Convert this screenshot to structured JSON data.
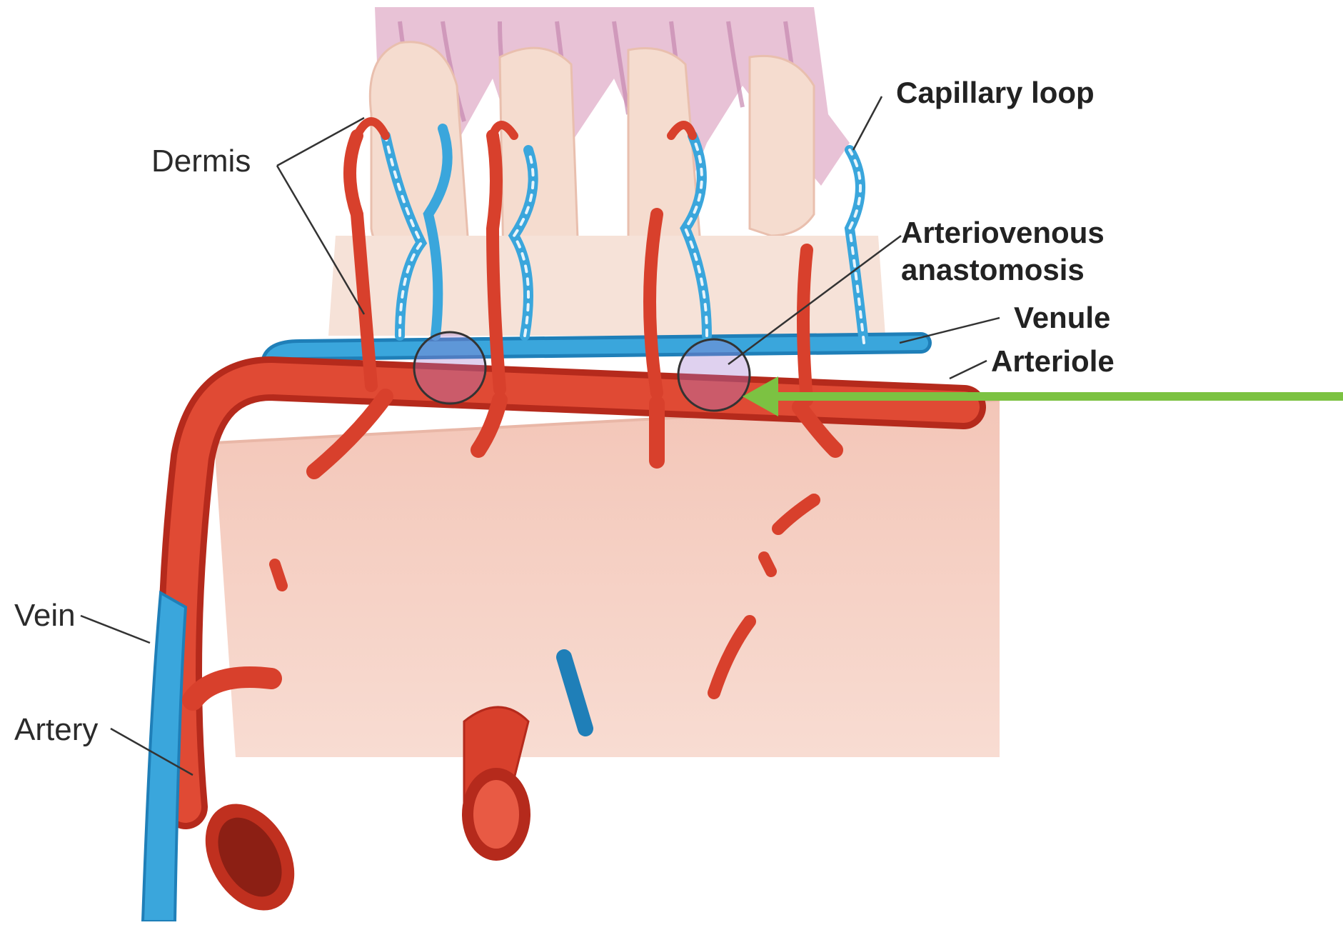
{
  "labels": {
    "dermis": "Dermis",
    "capillary_loop": "Capillary loop",
    "av_line1": "Arteriovenous",
    "av_line2": "anastomosis",
    "venule": "Venule",
    "arteriole": "Arteriole",
    "vein": "Vein",
    "artery": "Artery"
  },
  "colors": {
    "artery": "#d8402c",
    "artery_dark": "#b52a1c",
    "vein": "#3aa6dc",
    "vein_dark": "#1f7fb8",
    "dermis": "#f6cfc2",
    "papillae": "#f3d9cc",
    "epidermis": "#d9a8c4",
    "anastomosis": "#8a4fa0",
    "pointer_arrow": "#7cc242"
  }
}
